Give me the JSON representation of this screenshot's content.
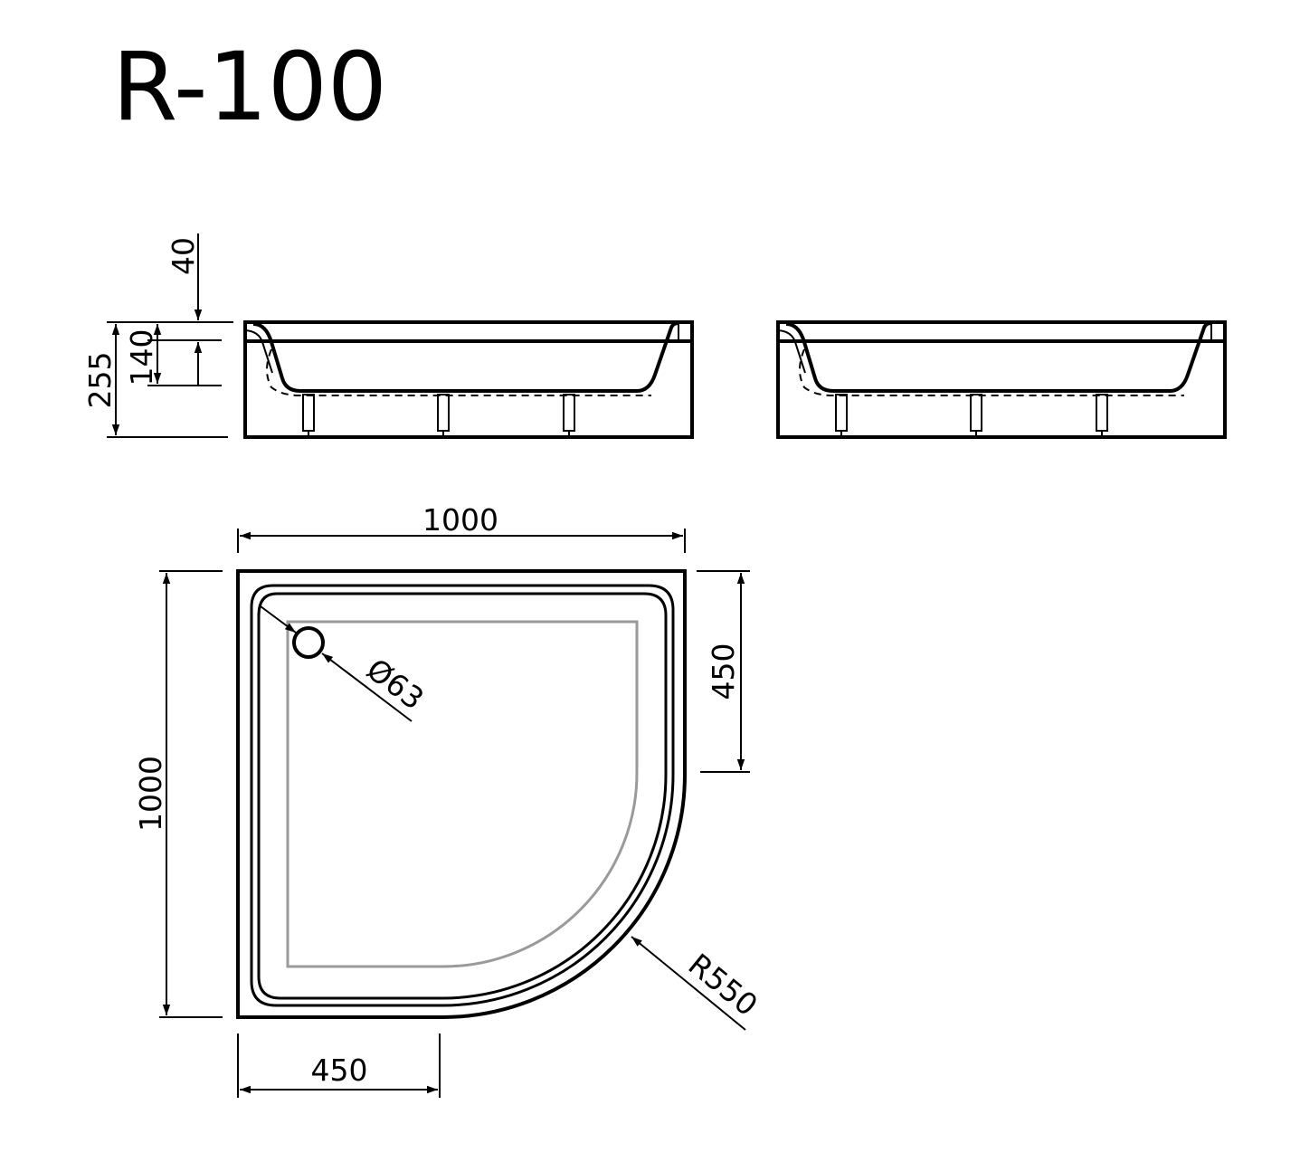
{
  "title": "R-100",
  "colors": {
    "line": "#000000",
    "inner_outline": "#9a9a9a",
    "background": "#ffffff"
  },
  "side_view_dimensions": {
    "top": "40",
    "depth": "140",
    "height": "255"
  },
  "plan_view_dimensions": {
    "width": "1000",
    "length": "1000",
    "side_straight": "450",
    "bottom_straight": "450",
    "drain": "Ø63",
    "radius": "R550"
  }
}
